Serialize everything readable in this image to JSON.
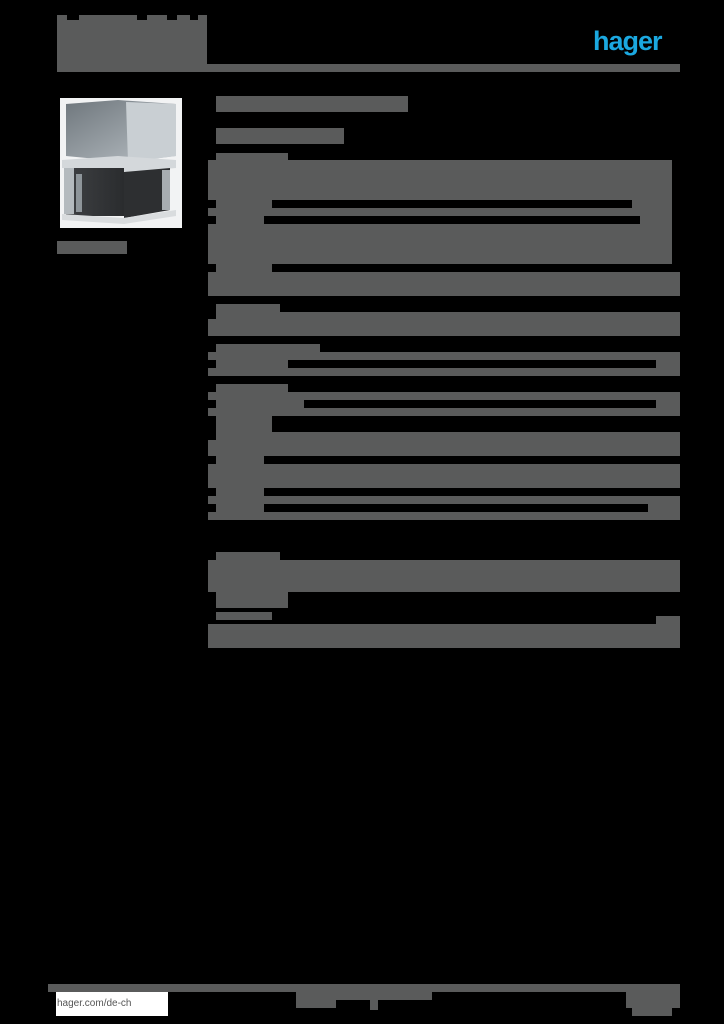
{
  "header": {
    "brand_logo": "hager",
    "brand_color": "#1ba8e0",
    "title_block": ""
  },
  "product": {
    "image_alt": "enclosure-product-image",
    "caption": ""
  },
  "main": {
    "title": "",
    "subtitle": "",
    "sections": [
      {
        "label": "",
        "rows": 5
      },
      {
        "label": "",
        "rows": 1
      },
      {
        "label": "",
        "rows": 2
      },
      {
        "label": "",
        "rows": 2
      },
      {
        "label": "",
        "rows": 1
      },
      {
        "label": "",
        "rows": 2
      },
      {
        "label": "",
        "rows": 2
      },
      {
        "label": "",
        "rows": 1
      }
    ]
  },
  "footer": {
    "url": "hager.com/de-ch",
    "center_text": "",
    "page_info": ""
  },
  "colors": {
    "background": "#000000",
    "redaction_gray": "#5a5b5b",
    "logo_blue": "#1ba8e0"
  }
}
